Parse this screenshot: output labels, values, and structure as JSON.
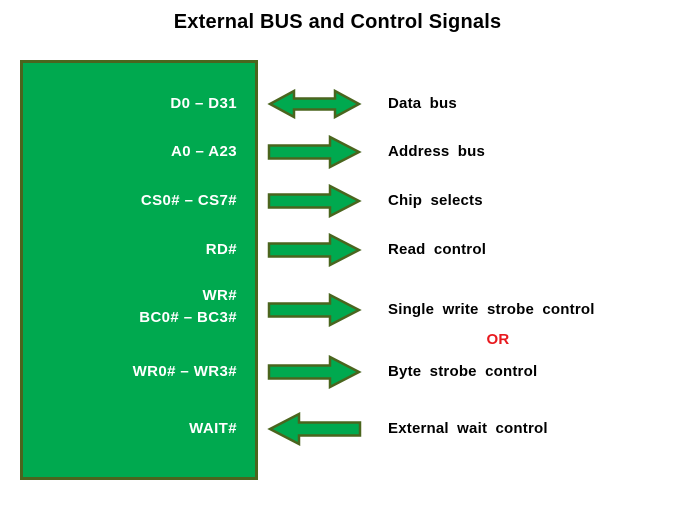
{
  "title": "External BUS and Control Signals",
  "or_label": "OR",
  "colors": {
    "background": "#ffffff",
    "box_fill": "#00a94f",
    "box_border": "#4a651e",
    "signal_text": "#ffffff",
    "label_text": "#000000",
    "or_red": "#e8191e"
  },
  "rows": [
    {
      "signal": "D0 – D31",
      "direction": "bidirectional",
      "description": "Data bus"
    },
    {
      "signal": "A0 – A23",
      "direction": "out",
      "description": "Address bus"
    },
    {
      "signal": "CS0# – CS7#",
      "direction": "out",
      "description": "Chip selects"
    },
    {
      "signal": "RD#",
      "direction": "out",
      "description": "Read control"
    },
    {
      "signal": "WR#",
      "signal2": "BC0# – BC3#",
      "direction": "out",
      "description": "Single write strobe control"
    },
    {
      "signal": "WR0# – WR3#",
      "direction": "out",
      "description": "Byte strobe control"
    },
    {
      "signal": "WAIT#",
      "direction": "in",
      "description": "External wait control"
    }
  ]
}
